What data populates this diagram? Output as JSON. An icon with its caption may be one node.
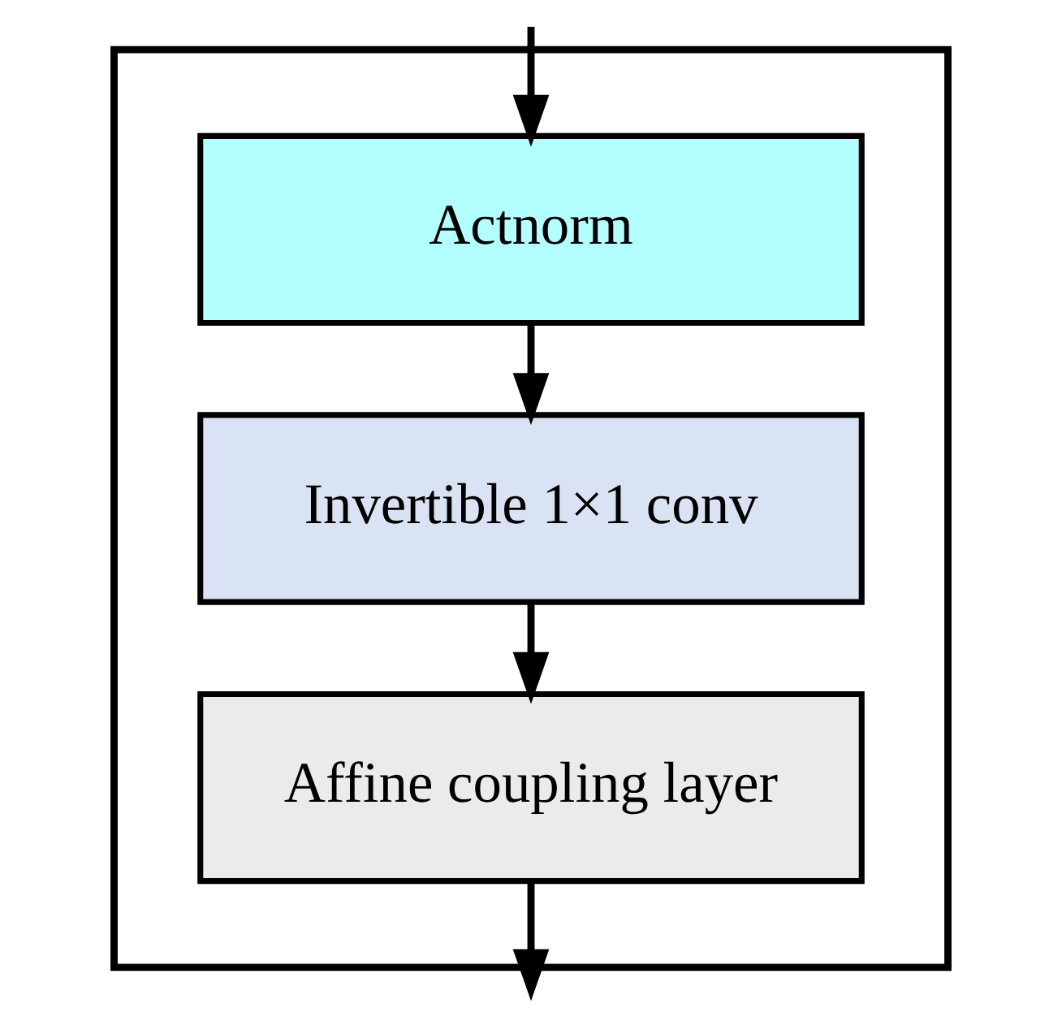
{
  "diagram": {
    "nodes": [
      {
        "text": [],
        "shape": "box"
      },
      {
        "text": [
          "Actnorm"
        ],
        "in": 0
      },
      {
        "text": [
          "Invertible 1×1 conv"
        ],
        "in": 0
      },
      {
        "text": [
          "Affine coupling layer"
        ],
        "in": 0
      }
    ],
    "edges": [
      {
        "from": null,
        "to": 1,
        "arrow": "to"
      },
      {
        "from": 1,
        "to": 2,
        "arrow": "to"
      },
      {
        "from": 2,
        "to": 3,
        "arrow": "to"
      },
      {
        "from": 3,
        "to": null,
        "arrow": "to"
      }
    ]
  }
}
